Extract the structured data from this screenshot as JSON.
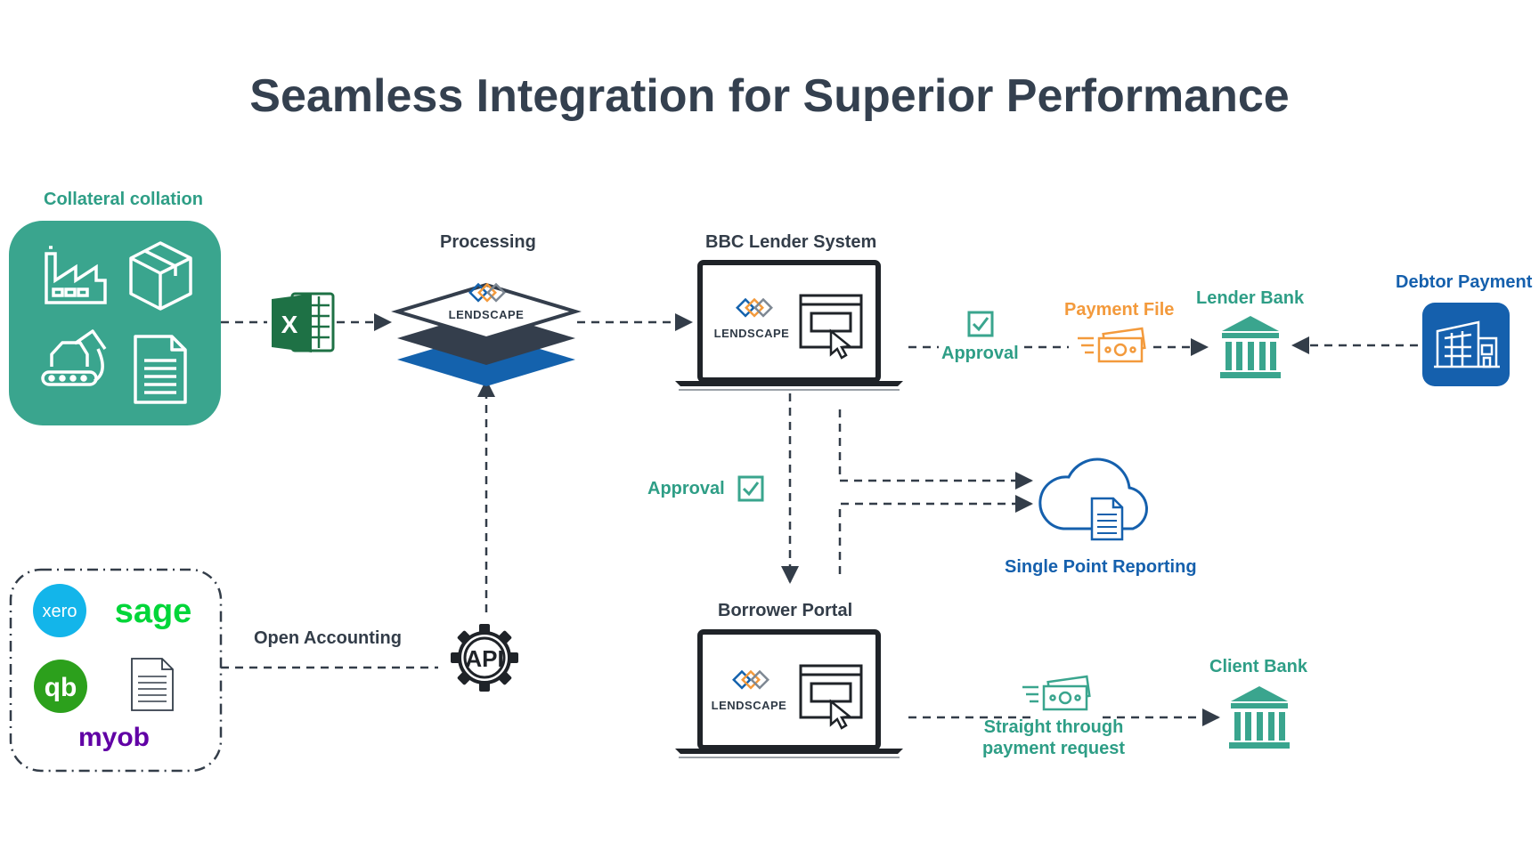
{
  "title": "Seamless Integration for Superior Performance",
  "labels": {
    "collateral": "Collateral collation",
    "processing": "Processing",
    "bbc_lender": "BBC Lender System",
    "approval_top": "Approval",
    "payment_file": "Payment File",
    "lender_bank": "Lender Bank",
    "debtor_payment": "Debtor Payment",
    "approval_mid": "Approval",
    "single_point": "Single Point Reporting",
    "open_accounting": "Open Accounting",
    "borrower_portal": "Borrower Portal",
    "straight_through_1": "Straight through",
    "straight_through_2": "payment request",
    "client_bank": "Client Bank"
  },
  "brands": {
    "xero": "xero",
    "sage": "sage",
    "myob": "myob",
    "lendscape": "LENDSCAPE",
    "api": "API"
  },
  "colors": {
    "teal": "#3aa58e",
    "dark": "#333d49",
    "blue": "#1560ad",
    "orange": "#f39a3c",
    "excel_green": "#1e7145",
    "xero_blue": "#13b5ea",
    "sage_green": "#00d639",
    "qb_green": "#2ca01c",
    "myob_purple": "#6100a5"
  },
  "icons": [
    "factory-icon",
    "box-icon",
    "excavator-icon",
    "document-icon",
    "excel-icon",
    "lendscape-logo",
    "laptop-icon",
    "checkbox-icon",
    "money-icon",
    "bank-icon",
    "building-icon",
    "cloud-document-icon",
    "api-gear-icon",
    "xero-logo",
    "sage-logo",
    "quickbooks-logo",
    "myob-logo"
  ]
}
